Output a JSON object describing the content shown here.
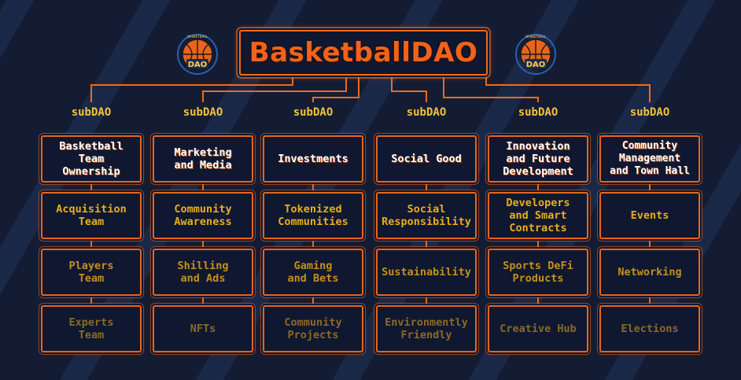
{
  "title": "BasketballDAO",
  "logos": {
    "left": {
      "arc_text": "BASKETBALL",
      "label": "DAO"
    },
    "right": {
      "arc_text": "BASKETBALL",
      "label": "DAO"
    }
  },
  "colors": {
    "background": "#141c33",
    "accent_orange": "#f06a1a",
    "label_gold": "#f2c23a",
    "node_text_1": "#e9ad1a",
    "node_text_2": "#c58e1f",
    "node_text_3": "#8a6a24"
  },
  "columns": [
    {
      "label": "subDAO",
      "head": "Basketball\nTeam\nOwnership",
      "items": [
        "Acquisition\nTeam",
        "Players\nTeam",
        "Experts\nTeam"
      ]
    },
    {
      "label": "subDAO",
      "head": "Marketing\nand Media",
      "items": [
        "Community\nAwareness",
        "Shilling\nand Ads",
        "NFTs"
      ]
    },
    {
      "label": "subDAO",
      "head": "Investments",
      "items": [
        "Tokenized\nCommunities",
        "Gaming\nand Bets",
        "Community\nProjects"
      ]
    },
    {
      "label": "subDAO",
      "head": "Social Good",
      "items": [
        "Social\nResponsibility",
        "Sustainability",
        "Environmently\nFriendly"
      ]
    },
    {
      "label": "subDAO",
      "head": "Innovation\nand Future\nDevelopment",
      "items": [
        "Developers\nand Smart\nContracts",
        "Sports DeFi\nProducts",
        "Creative Hub"
      ]
    },
    {
      "label": "subDAO",
      "head": "Community\nManagement\nand Town Hall",
      "items": [
        "Events",
        "Networking",
        "Elections"
      ]
    }
  ]
}
